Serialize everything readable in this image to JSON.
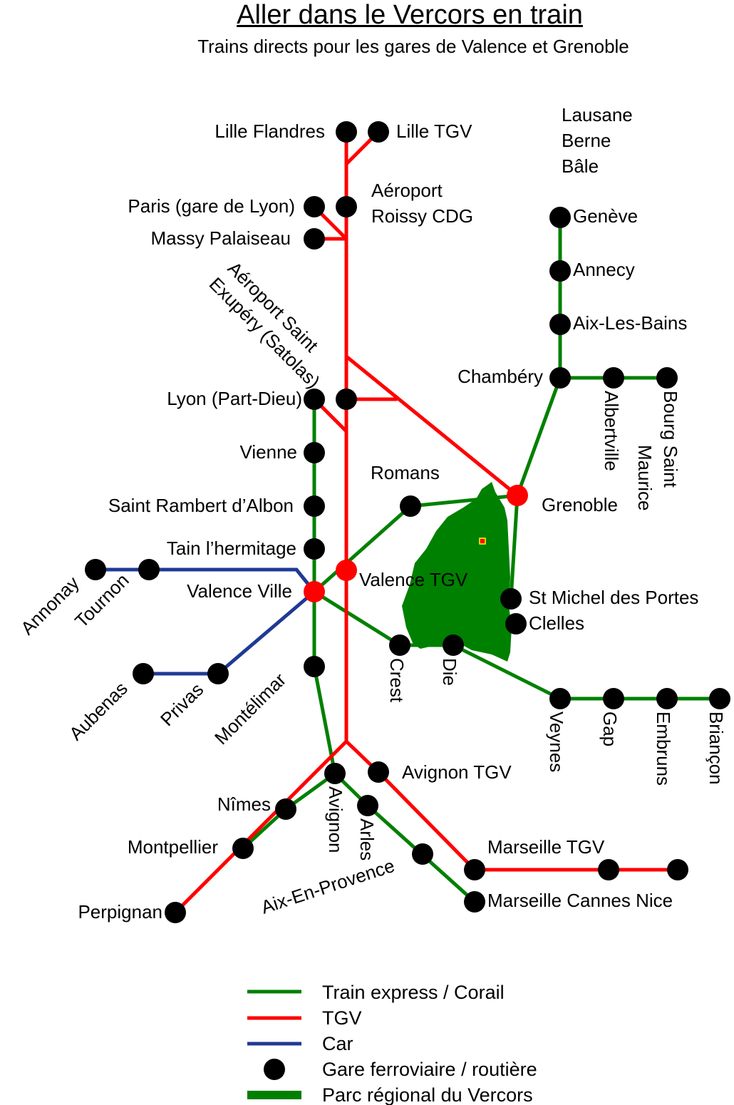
{
  "title": "Aller dans le Vercors en train",
  "subtitle": "Trains directs pour les gares de Valence et Grenoble",
  "colors": {
    "express": "#008000",
    "tgv": "#ff0000",
    "car": "#1f3a93",
    "station": "#000000",
    "hub": "#ff0000",
    "park": "#008000"
  },
  "stations": {
    "lille_flandres": "Lille Flandres",
    "lille_tgv": "Lille TGV",
    "aeroport_cdg_1": "Aéroport",
    "aeroport_cdg_2": "Roissy CDG",
    "paris_lyon": "Paris (gare de Lyon)",
    "massy": "Massy Palaiseau",
    "satolas_1": "Aéroport Saint",
    "satolas_2": "Exupéry (Satolas)",
    "lyon": "Lyon (Part-Dieu)",
    "vienne": "Vienne",
    "st_rambert": "Saint Rambert d’Albon",
    "tain": "Tain l’hermitage",
    "valence_ville": "Valence Ville",
    "valence_tgv": "Valence TGV",
    "romans": "Romans",
    "annonay": "Annonay",
    "tournon": "Tournon",
    "aubenas": "Aubenas",
    "privas": "Privas",
    "montelimar": "Montélimar",
    "crest": "Crest",
    "die": "Die",
    "veynes": "Veynes",
    "gap": "Gap",
    "embruns": "Embruns",
    "briancon": "Briançon",
    "grenoble": "Grenoble",
    "st_michel": "St Michel des Portes",
    "clelles": "Clelles",
    "chambery": "Chambéry",
    "albertville": "Albertville",
    "bourg_1": "Bourg Saint",
    "bourg_2": "Maurice",
    "geneve": "Genève",
    "annecy": "Annecy",
    "aix_bains": "Aix-Les-Bains",
    "suisse_1": "Lausane",
    "suisse_2": "Berne",
    "suisse_3": "Bâle",
    "avignon_tgv": "Avignon TGV",
    "avignon": "Avignon",
    "arles": "Arles",
    "nimes": "Nîmes",
    "montpellier": "Montpellier",
    "perpignan": "Perpignan",
    "aix_provence": "Aix-En-Provence",
    "marseille_tgv": "Marseille TGV",
    "marseille_cannes": "Marseille Cannes Nice"
  },
  "legend": {
    "express": "Train express / Corail",
    "tgv": "TGV",
    "car": "Car",
    "station": "Gare ferroviaire / routière",
    "park": "Parc régional du Vercors"
  }
}
